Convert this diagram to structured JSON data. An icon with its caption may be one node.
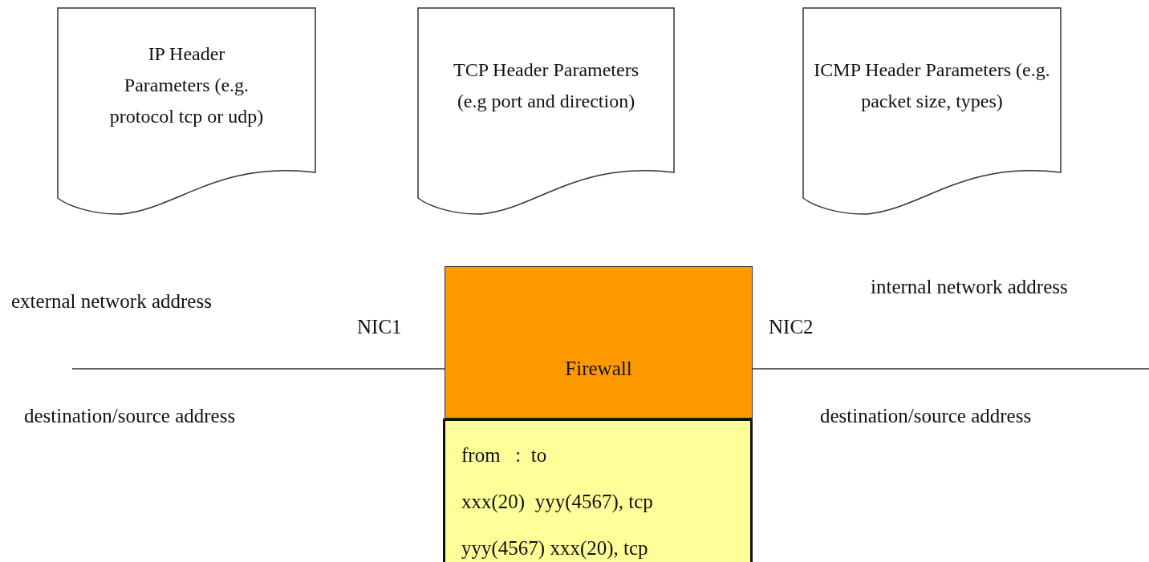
{
  "diagram": {
    "nodes": [
      {
        "text": [
          "IP Header Parameters (e.g. protocol tcp or udp)"
        ]
      },
      {
        "text": [
          "TCP Header Parameters (e.g port and direction)"
        ]
      },
      {
        "text": [
          "ICMP Header Parameters (e.g. packet size, types)"
        ]
      },
      {
        "text": [
          "Firewall"
        ]
      },
      {
        "text": [
          "from   :  to",
          "xxx(20)  yyy(4567), tcp",
          "yyy(4567) xxx(20), tcp"
        ]
      }
    ],
    "edges": [
      {
        "from": null,
        "to": 3,
        "arrow": "none"
      },
      {
        "from": 3,
        "to": null,
        "arrow": "none"
      }
    ],
    "labels": [
      "external network address",
      "NIC1",
      "NIC2",
      "internal network address",
      "destination/source address",
      "destination/source address"
    ]
  }
}
